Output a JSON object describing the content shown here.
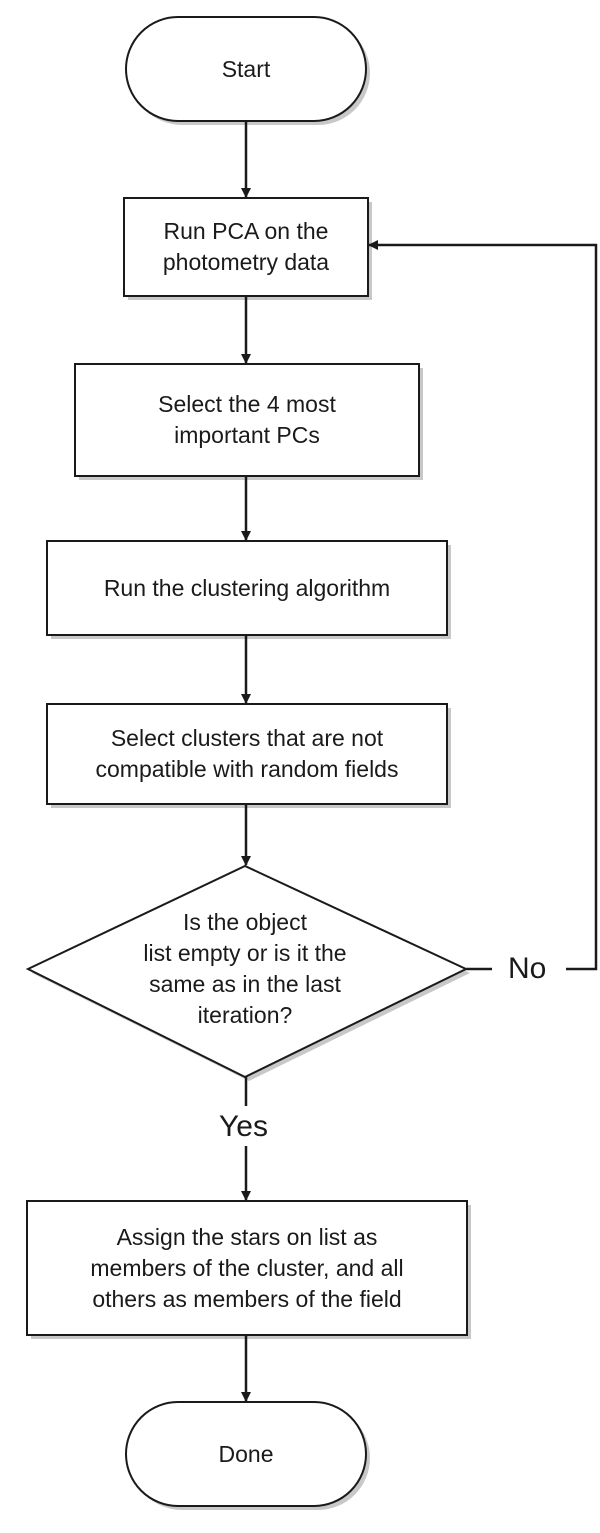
{
  "nodes": {
    "start": "Start",
    "run_pca": "Run PCA on the\nphotometry data",
    "select_pcs": "Select the 4 most\nimportant PCs",
    "run_clustering": "Run the clustering algorithm",
    "select_clusters": "Select clusters that are not\ncompatible with random fields",
    "decision": "Is the object\nlist empty or is it the\nsame as in the last\niteration?",
    "assign": "Assign the stars on list as\nmembers of the cluster, and all\nothers as members of the field",
    "done": "Done"
  },
  "branches": {
    "no": "No",
    "yes": "Yes"
  },
  "colors": {
    "stroke": "#1a1a1a",
    "fill": "#ffffff",
    "shadow": "#c8c8c8"
  }
}
